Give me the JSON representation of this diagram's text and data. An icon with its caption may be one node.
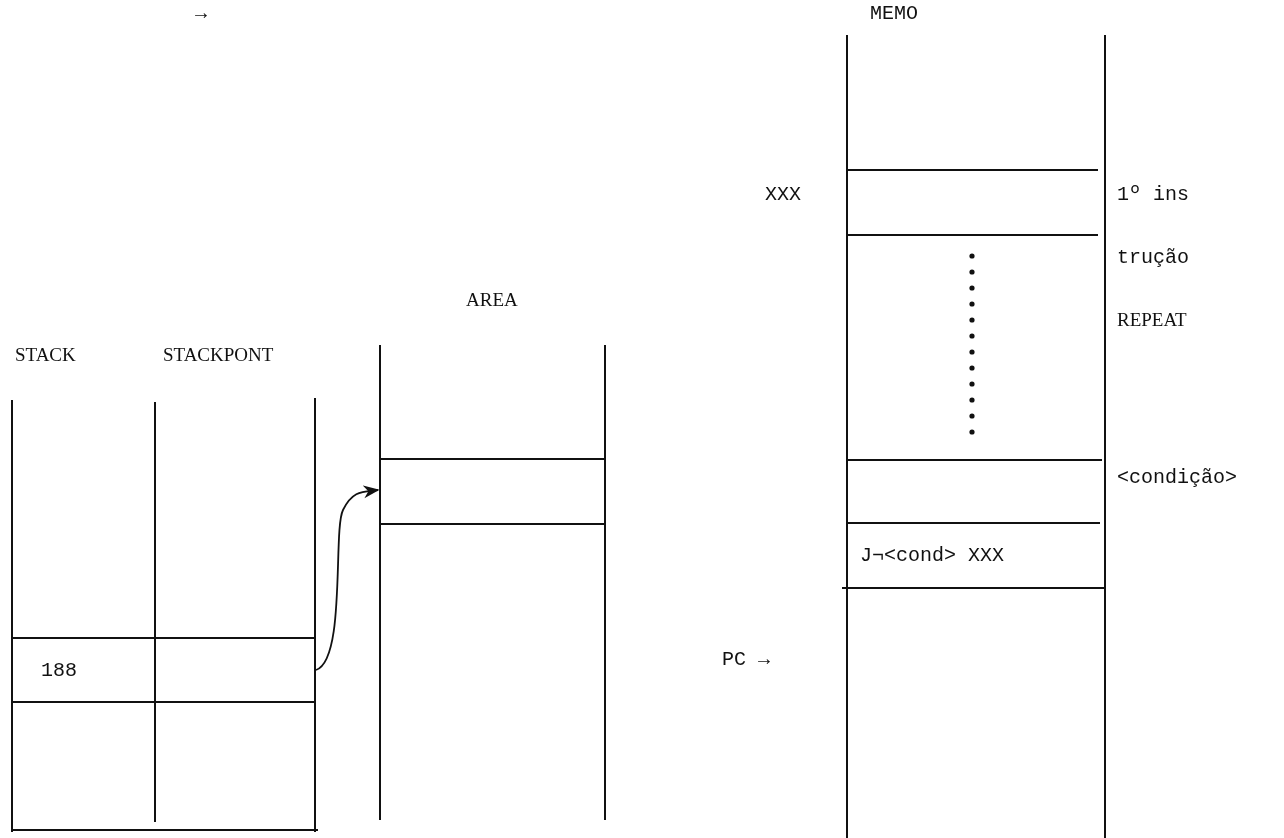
{
  "diagram": {
    "nodes": [
      {
        "text": [
          "188"
        ]
      },
      {
        "text": [],
        "shape": "box"
      },
      {
        "text": [],
        "shape": "box"
      },
      {
        "text": [
          "J¬<cond> XXX"
        ]
      }
    ],
    "edges": [
      {
        "from": 1,
        "to": 2,
        "arrow": "to"
      }
    ],
    "labels": [
      "→",
      "MEMO",
      "XXX",
      "1º ins",
      "trução",
      "REPEAT",
      "AREA",
      "<condição>",
      "STACK",
      "STACKPONT",
      "PC →"
    ]
  }
}
